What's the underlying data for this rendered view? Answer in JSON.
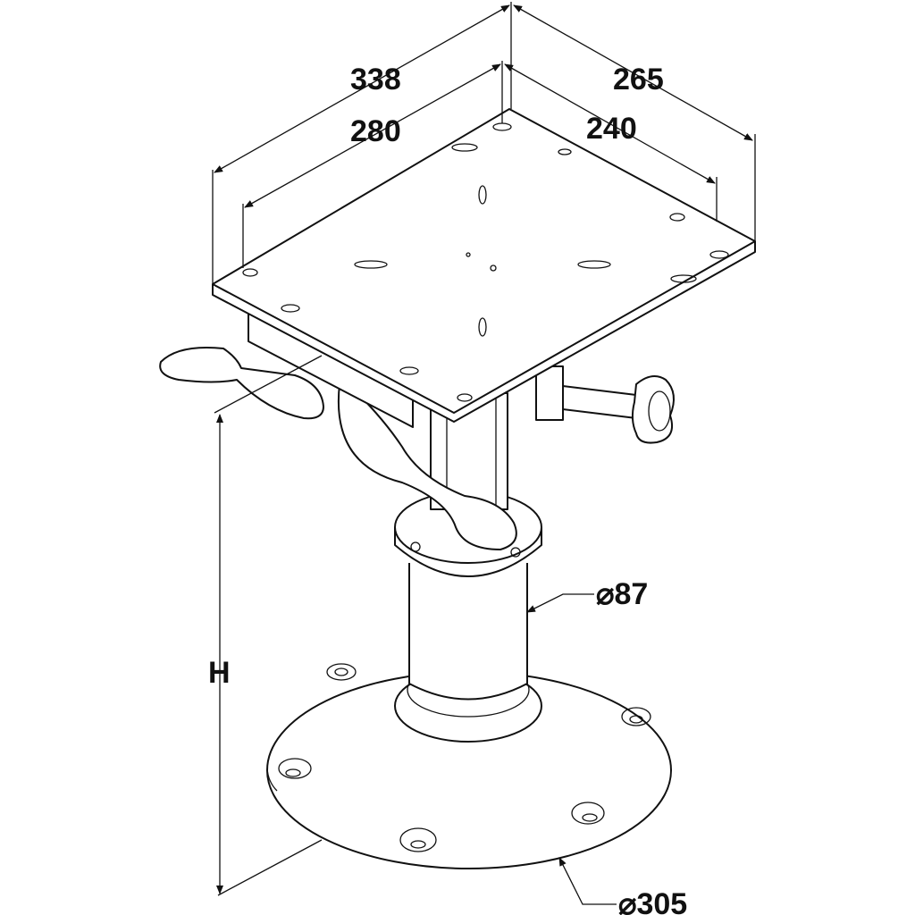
{
  "dimensions": {
    "plate_length_outer": "338",
    "plate_length_holes": "280",
    "plate_width_outer": "265",
    "plate_width_holes": "240",
    "height": "H",
    "column_diameter": "⌀87",
    "base_diameter": "⌀305"
  }
}
